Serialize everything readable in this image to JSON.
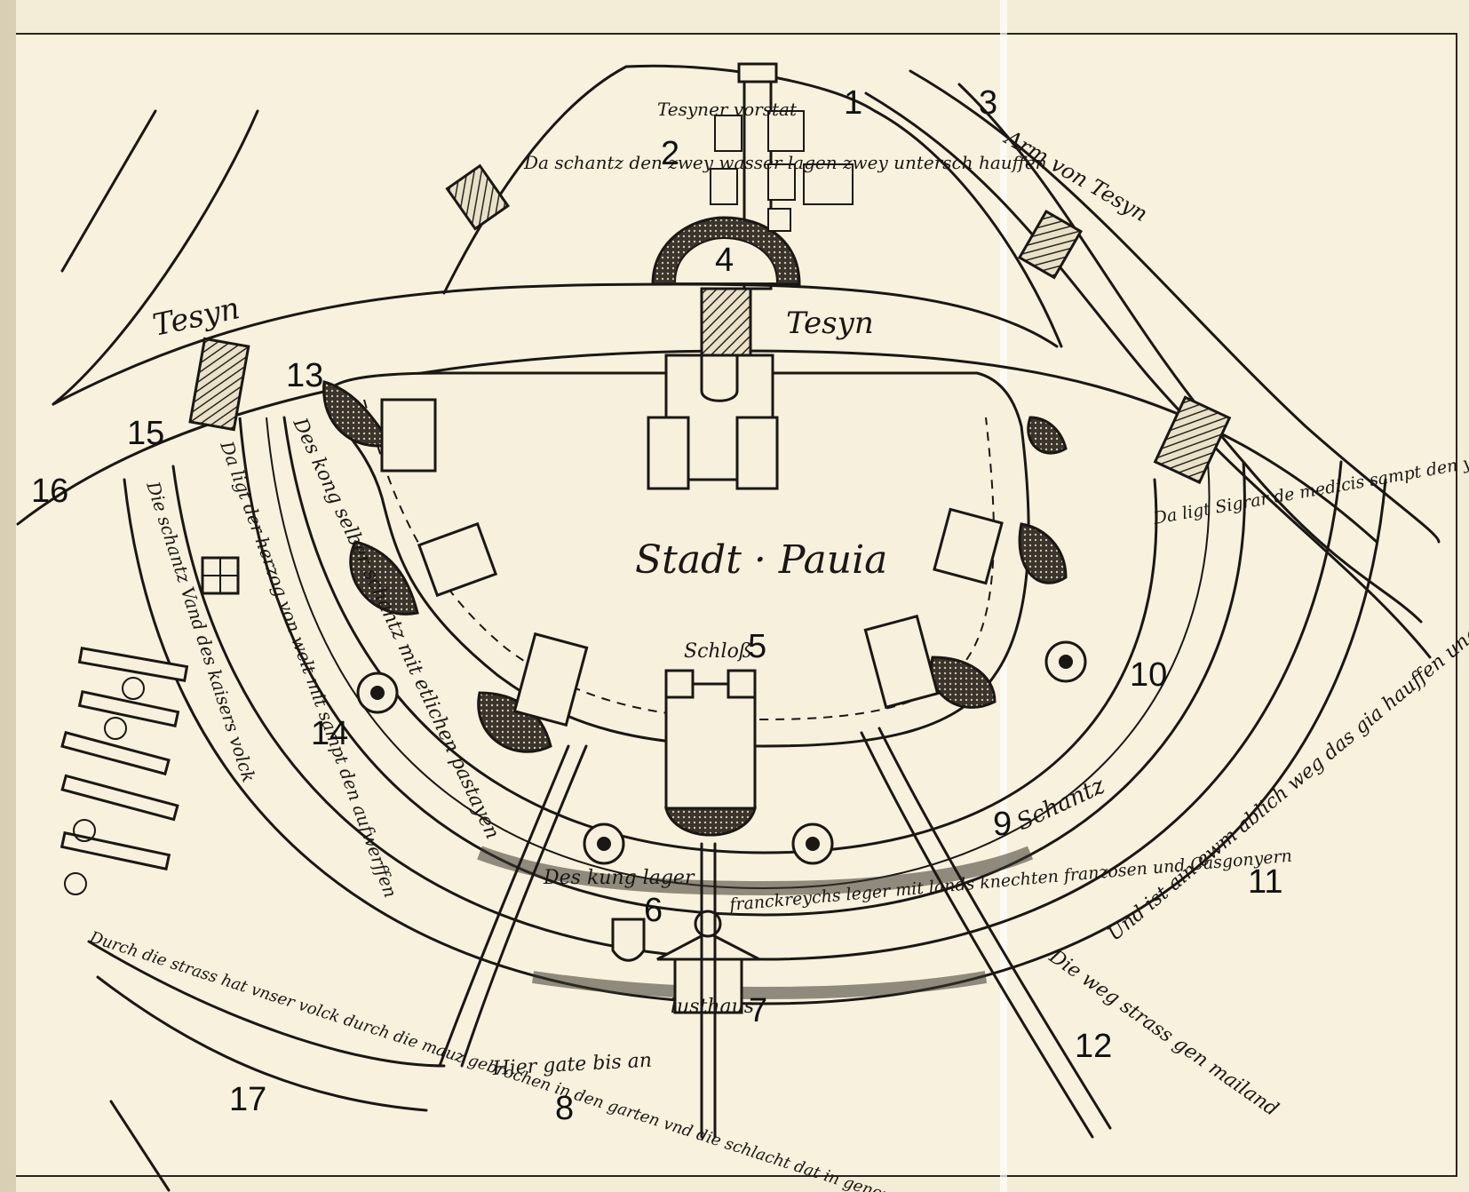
{
  "map": {
    "city_label": "Stadt · Pauia",
    "river_labels": [
      "Tesyn",
      "Tesyn"
    ],
    "text_labels": {
      "vorstat": "Tesyner vorstat",
      "schanz_north": "Da schantz den zwey wasser lagen zwey untersch hauffen",
      "arm": "Arm von Tesyn",
      "schloss": "Schloß",
      "koenig_lager": "Des kung lager",
      "franz_lager": "franckreychs leger mit lands knechten franzosen und Casgonyern",
      "lusthaus": "lusthaus",
      "gate": "Hier gate bis an",
      "weg_mailand": "Die weg strass gen mailand",
      "italian_camp": "Da ligt Sigrar de medicis sampt den yunten und florentzer",
      "schantz": "Schantz",
      "warning": "Und ist ain ewm ablich weg das gia hauffen ungerschen nicht zu den andern kunnen mugen",
      "schanz_west": "Des kong selber schantz mit etlichen pastayen",
      "herzog_lager": "Da ligt der herzog von welt mit sampt den aufwerffen",
      "schlacht": "Durch die strass hat vnser volck durch die mauz gebrochen in den garten vnd die schlacht dat in genomen",
      "schantz_strip": "Die schantz Vand des kaisers volck"
    },
    "markers": [
      "1",
      "2",
      "3",
      "4",
      "5",
      "6",
      "7",
      "8",
      "9",
      "10",
      "11",
      "12",
      "13",
      "14",
      "15",
      "16",
      "17"
    ]
  }
}
